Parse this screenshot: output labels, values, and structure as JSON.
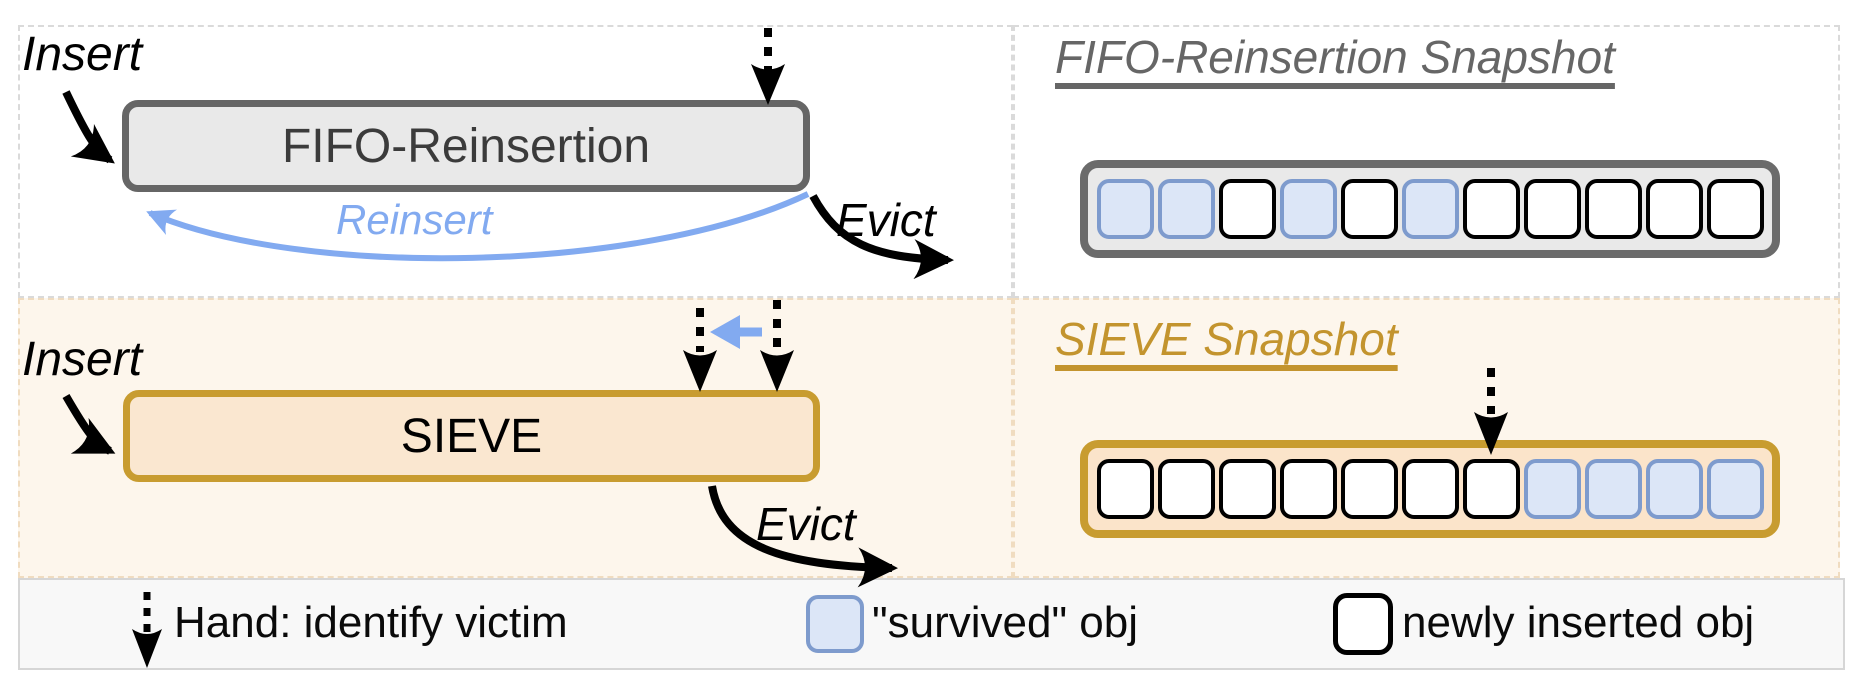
{
  "figure": {
    "fifo_flow": {
      "insert_label": "Insert",
      "box_label": "FIFO-Reinsertion",
      "reinsert_label": "Reinsert",
      "evict_label": "Evict"
    },
    "fifo_snapshot": {
      "title": "FIFO-Reinsertion Snapshot",
      "cells": [
        "survived",
        "survived",
        "new",
        "survived",
        "new",
        "survived",
        "new",
        "new",
        "new",
        "new",
        "new"
      ]
    },
    "sieve_flow": {
      "insert_label": "Insert",
      "box_label": "SIEVE",
      "evict_label": "Evict"
    },
    "sieve_snapshot": {
      "title": "SIEVE Snapshot",
      "cells": [
        "new",
        "new",
        "new",
        "new",
        "new",
        "new",
        "new",
        "survived",
        "survived",
        "survived",
        "survived"
      ],
      "hand_points_at_cell_index": 6
    },
    "legend": {
      "hand_label": "Hand: identify victim",
      "survived_label": "\"survived\" obj",
      "new_label": "newly inserted obj"
    }
  },
  "colors": {
    "accent_blue": "#82aaf0",
    "survived_fill": "#dce6f7",
    "survived_border": "#7e9bcd",
    "gold_border": "#c89c30",
    "gold_title": "#c3942e",
    "sieve_fill": "#fae7d0",
    "gray_fill": "#e9e9e9",
    "gray_border": "#666666",
    "cream_panel": "#fdf6ec"
  }
}
